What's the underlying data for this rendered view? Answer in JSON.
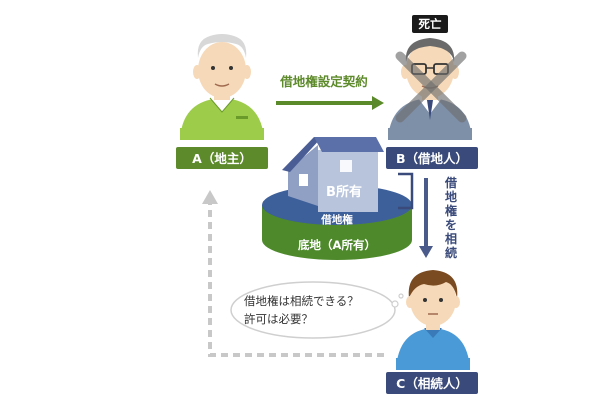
{
  "labels": {
    "a": "A（地主）",
    "b": "B（借地人）",
    "c": "C（相続人）",
    "deceased": "死亡",
    "contract": "借地権設定契約",
    "inherit_chars": [
      "借",
      "地",
      "権",
      "を",
      "相",
      "続"
    ],
    "b_owned": "B所有",
    "leasehold": "借地権",
    "land": "底地（A所有）"
  },
  "thought": {
    "line1": "借地権は相続できる？",
    "line2": "許可は必要？"
  },
  "colors": {
    "green_label": "#5d8a2a",
    "navy_label": "#3a4a7a",
    "green_arrow": "#5a8a2a",
    "navy_arrow": "#4a5a8a",
    "dashed_arrow": "#c8c8c8",
    "land_green": "#4e8a2c",
    "land_top": "#3d5f9a",
    "house_roof": "#5b6fa8",
    "house_wall": "#b7c4dc",
    "skin": "#f6d9b8",
    "a_shirt": "#9ccc4a",
    "b_shirt": "#7e8fa8",
    "c_shirt": "#4a9ad8"
  },
  "icons": [
    "elder-man-icon",
    "man-glasses-icon",
    "cross-icon",
    "young-man-icon",
    "house-icon"
  ]
}
